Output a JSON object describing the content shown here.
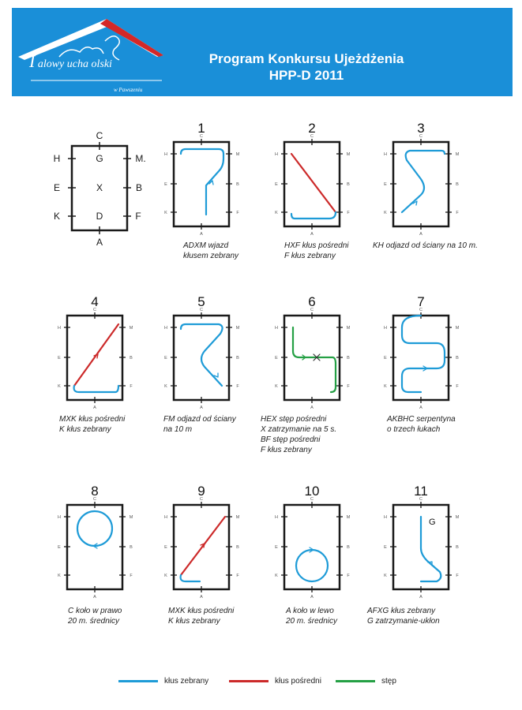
{
  "header": {
    "title_line1": "Program Konkursu Ujeżdżenia",
    "title_line2": "HPP-D 2011",
    "logo_initial": "I",
    "logo_text": "alowy ucha olski",
    "logo_sub": "w Pawszeniu"
  },
  "colors": {
    "header_bg": "#1a8fd8",
    "klus_zebrany": "#1e9bd7",
    "klus_posredni": "#cc2a2a",
    "step": "#25a045"
  },
  "key_arena": {
    "letters": {
      "c": "C",
      "h": "H",
      "g": "G",
      "m": "M.",
      "e": "E",
      "x": "X",
      "b": "B",
      "k": "K",
      "d": "D",
      "f": "F",
      "a": "A"
    }
  },
  "small_letters": {
    "c": "C",
    "h": "H",
    "m": "M",
    "e": "E",
    "b": "B",
    "k": "K",
    "f": "F",
    "a": "A",
    "g": "G"
  },
  "movements": [
    {
      "num": "1",
      "caption": [
        "ADXM wjazd",
        "kłusem zebrany"
      ]
    },
    {
      "num": "2",
      "caption": [
        "HXF kłus pośredni",
        "F kłus zebrany"
      ]
    },
    {
      "num": "3",
      "caption": [
        "KH odjazd od ściany na 10 m."
      ]
    },
    {
      "num": "4",
      "caption": [
        "MXK kłus pośredni",
        "K kłus zebrany"
      ]
    },
    {
      "num": "5",
      "caption": [
        "FM odjazd od ściany",
        "na 10 m"
      ]
    },
    {
      "num": "6",
      "caption": [
        "HEX stęp pośredni",
        "X zatrzymanie na 5 s.",
        "BF stęp pośredni",
        "F kłus zebrany"
      ]
    },
    {
      "num": "7",
      "caption": [
        "AKBHC serpentyna",
        "o trzech łukach"
      ]
    },
    {
      "num": "8",
      "caption": [
        "C koło w prawo",
        "20 m. średnicy"
      ]
    },
    {
      "num": "9",
      "caption": [
        "MXK kłus pośredni",
        "K kłus zebrany"
      ]
    },
    {
      "num": "10",
      "caption": [
        "A koło w lewo",
        "20 m. średnicy"
      ]
    },
    {
      "num": "11",
      "caption": [
        "AFXG kłus zebrany",
        "G zatrzymanie-ukłon"
      ]
    }
  ],
  "legend": [
    {
      "label": "kłus zebrany",
      "color": "#1e9bd7"
    },
    {
      "label": "kłus pośredni",
      "color": "#cc2a2a"
    },
    {
      "label": "stęp",
      "color": "#25a045"
    }
  ]
}
